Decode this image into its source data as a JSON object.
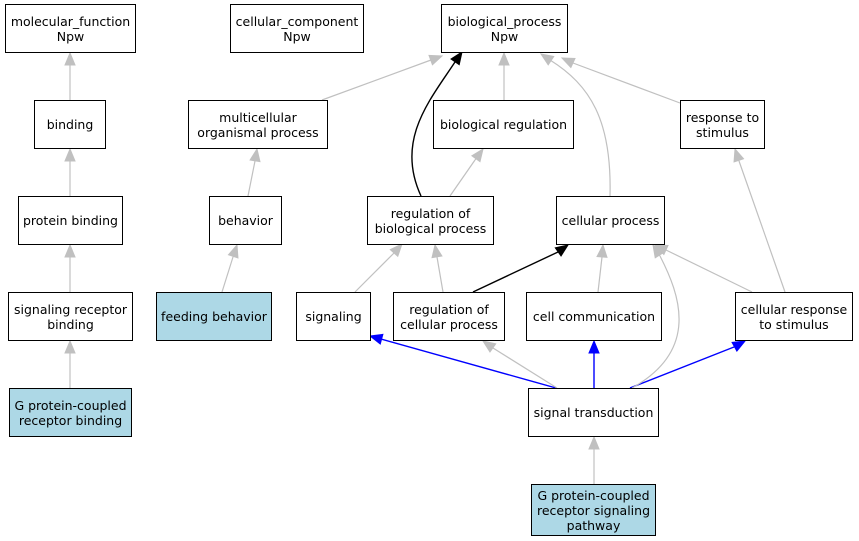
{
  "colors": {
    "gray_edge": "#c0c0c0",
    "black_edge": "#000000",
    "blue_edge": "#0000ff",
    "highlight": "#add8e6"
  },
  "nodes": {
    "molecular_function": "molecular_function\nNpw",
    "cellular_component": "cellular_component\nNpw",
    "biological_process": "biological_process\nNpw",
    "binding": "binding",
    "multicellular_organismal_process": "multicellular\norganismal process",
    "biological_regulation": "biological regulation",
    "response_to_stimulus": "response to\nstimulus",
    "protein_binding": "protein binding",
    "behavior": "behavior",
    "regulation_of_biological_process": "regulation of\nbiological process",
    "cellular_process": "cellular process",
    "signaling_receptor_binding": "signaling receptor\nbinding",
    "feeding_behavior": "feeding behavior",
    "signaling": "signaling",
    "regulation_of_cellular_process": "regulation of\ncellular process",
    "cell_communication": "cell communication",
    "cellular_response_to_stimulus": "cellular response\nto stimulus",
    "gpcr_binding": "G protein-coupled\nreceptor binding",
    "signal_transduction": "signal transduction",
    "gpcr_signaling_pathway": "G protein-coupled\nreceptor signaling\npathway"
  },
  "edges": [
    {
      "from": "binding",
      "to": "molecular_function",
      "type": "gray"
    },
    {
      "from": "protein_binding",
      "to": "binding",
      "type": "gray"
    },
    {
      "from": "signaling_receptor_binding",
      "to": "protein_binding",
      "type": "gray"
    },
    {
      "from": "gpcr_binding",
      "to": "signaling_receptor_binding",
      "type": "gray"
    },
    {
      "from": "multicellular_organismal_process",
      "to": "biological_process",
      "type": "gray"
    },
    {
      "from": "behavior",
      "to": "multicellular_organismal_process",
      "type": "gray"
    },
    {
      "from": "feeding_behavior",
      "to": "behavior",
      "type": "gray"
    },
    {
      "from": "biological_regulation",
      "to": "biological_process",
      "type": "gray"
    },
    {
      "from": "regulation_of_biological_process",
      "to": "biological_process",
      "type": "black"
    },
    {
      "from": "regulation_of_biological_process",
      "to": "biological_regulation",
      "type": "gray"
    },
    {
      "from": "response_to_stimulus",
      "to": "biological_process",
      "type": "gray"
    },
    {
      "from": "cellular_process",
      "to": "biological_process",
      "type": "gray"
    },
    {
      "from": "signaling",
      "to": "regulation_of_biological_process",
      "type": "gray"
    },
    {
      "from": "regulation_of_cellular_process",
      "to": "regulation_of_biological_process",
      "type": "gray"
    },
    {
      "from": "regulation_of_cellular_process",
      "to": "cellular_process",
      "type": "black"
    },
    {
      "from": "cell_communication",
      "to": "cellular_process",
      "type": "gray"
    },
    {
      "from": "cellular_response_to_stimulus",
      "to": "cellular_process",
      "type": "gray"
    },
    {
      "from": "cellular_response_to_stimulus",
      "to": "response_to_stimulus",
      "type": "gray"
    },
    {
      "from": "signal_transduction",
      "to": "signaling",
      "type": "blue"
    },
    {
      "from": "signal_transduction",
      "to": "regulation_of_cellular_process",
      "type": "gray"
    },
    {
      "from": "signal_transduction",
      "to": "cell_communication",
      "type": "blue"
    },
    {
      "from": "signal_transduction",
      "to": "cellular_response_to_stimulus",
      "type": "blue"
    },
    {
      "from": "signal_transduction",
      "to": "cellular_process",
      "type": "gray"
    },
    {
      "from": "gpcr_signaling_pathway",
      "to": "signal_transduction",
      "type": "gray"
    }
  ]
}
